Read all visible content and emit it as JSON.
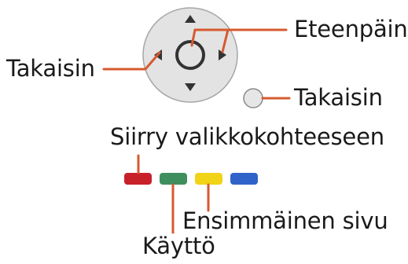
{
  "labels": {
    "forward": "Eteenpäin",
    "back_left": "Takaisin",
    "back_right": "Takaisin",
    "go_to_item": "Siirry valikkokohteeseen",
    "first_page": "Ensimmäinen sivu",
    "use": "Käyttö"
  },
  "colors": {
    "dpad_fill": "#e3e3e3",
    "dpad_border": "#a6a6a6",
    "arrow": "#333333",
    "leader": "#d65a2f",
    "red_key": "#c8202a",
    "green_key": "#3f8f5e",
    "yellow_key": "#f1d318",
    "blue_key": "#2f63c9"
  },
  "icons": [
    "dpad-icon",
    "up-arrow-icon",
    "down-arrow-icon",
    "left-arrow-icon",
    "right-arrow-icon",
    "ok-button-icon",
    "back-button-icon",
    "red-key-icon",
    "green-key-icon",
    "yellow-key-icon",
    "blue-key-icon"
  ]
}
